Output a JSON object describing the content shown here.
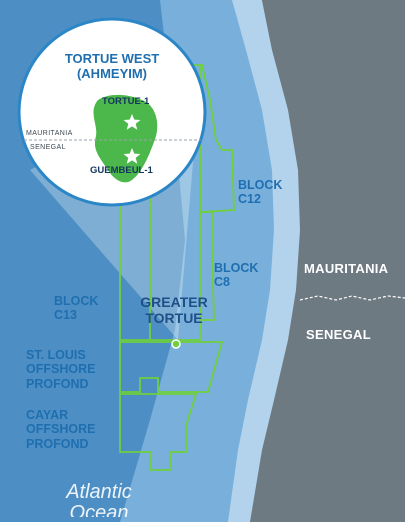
{
  "map": {
    "inset": {
      "title_line1": "TORTUE WEST",
      "title_line2": "(AHMEYIM)",
      "border_north": "MAURITANIA",
      "border_south": "SENEGAL",
      "wells": [
        {
          "name": "TORTUE-1"
        },
        {
          "name": "GUEMBEUL-1"
        }
      ]
    },
    "blocks": {
      "c12_line1": "BLOCK",
      "c12_line2": "C12",
      "c8_line1": "BLOCK",
      "c8_line2": "C8",
      "c13_line1": "BLOCK",
      "c13_line2": "C13",
      "st_louis_line1": "ST. LOUIS",
      "st_louis_line2": "OFFSHORE",
      "st_louis_line3": "PROFOND",
      "cayar_line1": "CAYAR",
      "cayar_line2": "OFFSHORE",
      "cayar_line3": "PROFOND"
    },
    "feature": {
      "line1": "GREATER",
      "line2": "TORTUE"
    },
    "countries": {
      "north": "MAURITANIA",
      "south": "SENEGAL"
    },
    "ocean": {
      "line1": "Atlantic",
      "line2": "Ocean"
    },
    "colors": {
      "land": "#6e7a82",
      "sea_deep": "#4d8fc4",
      "sea_mid": "#79b0db",
      "sea_shallow": "#b3d3ec",
      "block_outline": "#6fcf3c",
      "field_fill": "#4cb74a",
      "label_blue": "#1f6fb0"
    }
  }
}
